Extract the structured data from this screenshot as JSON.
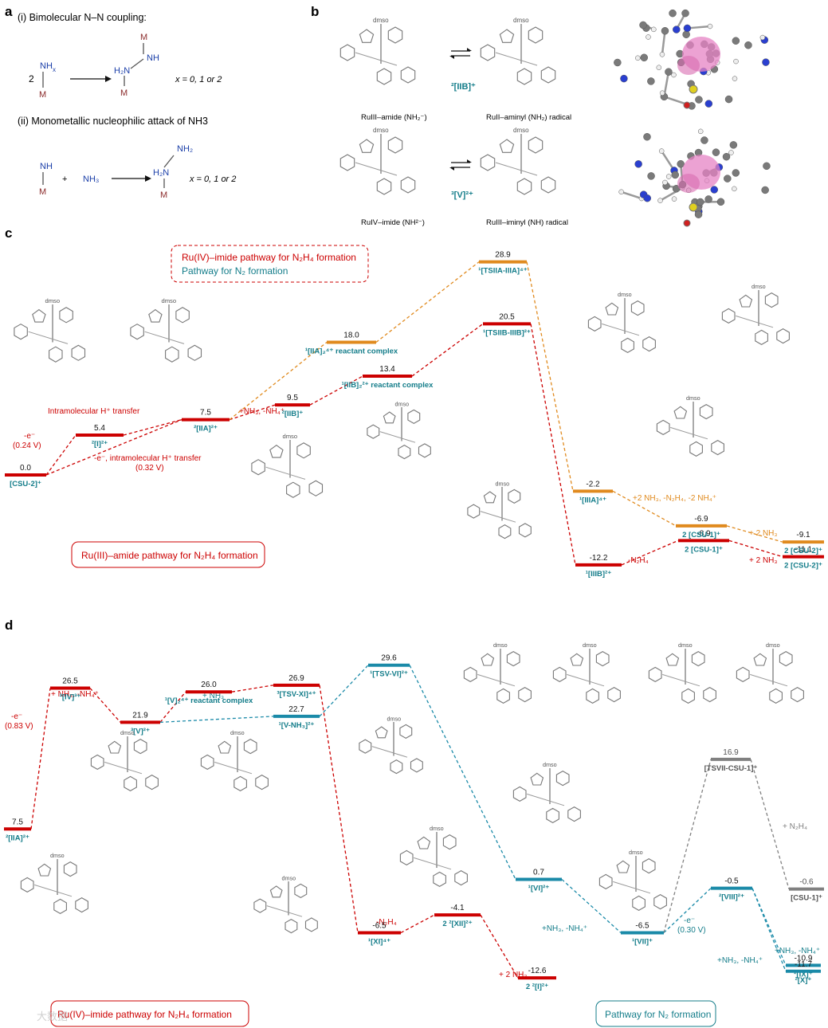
{
  "panels": {
    "a": {
      "letter": "a",
      "i_title": "(i) Bimolecular N–N coupling:",
      "i_coef": "2",
      "i_reactant_nh": "NH",
      "i_reactant_sub": "x",
      "i_M": "M",
      "i_prod_nh": "NH",
      "i_prod_h2n": "H₂N",
      "i_x": "x = 0, 1 or 2",
      "ii_title": "(ii) Monometallic nucleophilic attack of NH3",
      "ii_reactant_nh": "NH",
      "ii_plus": "+",
      "ii_nh3": "NH₃",
      "ii_prod_nh2": "NH₂",
      "ii_prod_hn": "H₂N",
      "ii_x": "x = 0, 1 or 2"
    },
    "b": {
      "letter": "b",
      "dmso": "dmso",
      "charge1": "]+",
      "charge2": "]2+",
      "label_IIB": "²[IIB]⁺",
      "label_V": "³[V]²⁺",
      "cap_amide": "RuIII–amide (NH₂⁻)",
      "cap_aminyl": "RuII–aminyl (NH₂) radical",
      "cap_imide": "RuIV–imide (NH²⁻)",
      "cap_iminyl": "RuIII–iminyl (NH) radical",
      "ru3": "RuIII",
      "ru2": "RuII",
      "ru4": "RuIV"
    },
    "c": {
      "letter": "c",
      "legend_red": "Ru(IV)–imide pathway for N₂H₄ formation",
      "legend_teal": "Pathway for N₂ formation",
      "legend_bottom": "Ru(III)–amide pathway for N₂H₄ formation",
      "e_ox": "-e⁻",
      "e_ox_v": "(0.24 V)",
      "e_ox2": "-e⁻, intramolecular H⁺ transfer",
      "e_ox2_v": "(0.32 V)",
      "intra": "Intramolecular H⁺ transfer",
      "nh3_step": "+NH₃, -NH₄⁺",
      "label_2IIA_top": "²[IIA]²⁺",
      "label_2IIB_top": "²[IIB]⁺",
      "rc_orange": "reactant complex",
      "rc_red": "reactant complex",
      "step_orange_right": "+2 NH₃, -N₂H₄, -2 NH₄⁺",
      "step_2nh3": "+ 2 NH₃",
      "step_n2h4": "-N₂H₄",
      "step_2nh3_red": "+ 2 NH₃"
    },
    "d": {
      "letter": "d",
      "e_ox": "-e⁻",
      "e_ox_v": "(0.83 V)",
      "nh3_step": "+ NH₃, -NH₄⁺",
      "nh3": "+ NH₃",
      "rc": "reactant complex",
      "n2h4": "-N₂H₄",
      "nh3_2": "+ 2 NH₃",
      "nh3_nh4": "+NH₃, -NH₄⁺",
      "e_ox2": "-e⁻",
      "e_ox2_v": "(0.30 V)",
      "nh3_nh4_b": "+NH₃, -NH₄⁺",
      "nh3_nh4_c": "+NH₃, -NH₄⁺",
      "plus_n2h4": "+ N₂H₄",
      "legend_red": "Ru(IV)–imide pathway for N₂H₄ formation",
      "legend_teal": "Pathway for N₂ formation",
      "watermark": "大数据"
    }
  },
  "chart_data": [
    {
      "type": "energy-diagram",
      "panel": "c",
      "levels": [
        {
          "label": "[CSU-2]⁺",
          "value": 0.0,
          "color": "#cc0000"
        },
        {
          "label": "²[I]²⁺",
          "value": 5.4,
          "color": "#cc0000"
        },
        {
          "label": "²[IIA]²⁺",
          "value": 7.5,
          "color": "#cc0000"
        },
        {
          "label": "²[IIB]⁺",
          "value": 9.5,
          "color": "#cc0000"
        },
        {
          "label": "¹[IIB]₂²⁺ reactant complex",
          "value": 13.4,
          "color": "#cc0000"
        },
        {
          "label": "¹[TSIIB-IIIB]²⁺",
          "value": 20.5,
          "color": "#cc0000"
        },
        {
          "label": "¹[IIIB]²⁺",
          "value": -12.2,
          "color": "#cc0000"
        },
        {
          "label": "2 [CSU-1]⁺",
          "value": -8.9,
          "color": "#cc0000"
        },
        {
          "label": "2 [CSU-2]⁺",
          "value": -11.1,
          "color": "#cc0000"
        },
        {
          "label": "¹[IIA]₂⁴⁺ reactant complex",
          "value": 18.0,
          "color": "#e08a1e"
        },
        {
          "label": "¹[TSIIA-IIIA]⁴⁺",
          "value": 28.9,
          "color": "#e08a1e"
        },
        {
          "label": "¹[IIIA]⁴⁺",
          "value": -2.2,
          "color": "#e08a1e"
        },
        {
          "label": "2 [CSU-1]⁺",
          "value": -6.9,
          "color": "#e08a1e"
        },
        {
          "label": "2 [CSU-2]⁺",
          "value": -9.1,
          "color": "#e08a1e"
        }
      ]
    },
    {
      "type": "energy-diagram",
      "panel": "d",
      "levels": [
        {
          "label": "²[IIA]²⁺",
          "value": 7.5,
          "color": "#cc0000"
        },
        {
          "label": "³[IV]³⁺",
          "value": 26.5,
          "color": "#cc0000"
        },
        {
          "label": "³[V]²⁺",
          "value": 21.9,
          "color": "#cc0000"
        },
        {
          "label": "¹[V]₂⁴⁺ reactant complex",
          "value": 26.0,
          "color": "#cc0000"
        },
        {
          "label": "³[TSV-XI]⁴⁺",
          "value": 26.9,
          "color": "#cc0000"
        },
        {
          "label": "¹[XI]⁴⁺",
          "value": -6.5,
          "color": "#cc0000"
        },
        {
          "label": "2 ²[XII]²⁺",
          "value": -4.1,
          "color": "#cc0000"
        },
        {
          "label": "2 ²[I]²⁺",
          "value": -12.6,
          "color": "#cc0000"
        },
        {
          "label": "¹[V-NH₃]²⁺",
          "value": 22.7,
          "color": "#1a8aa8"
        },
        {
          "label": "¹[TSV-VI]²⁺",
          "value": 29.6,
          "color": "#1a8aa8"
        },
        {
          "label": "¹[VI]²⁺",
          "value": 0.7,
          "color": "#1a8aa8"
        },
        {
          "label": "¹[VII]⁺",
          "value": -6.5,
          "color": "#1a8aa8"
        },
        {
          "label": "²[VIII]²⁺",
          "value": -0.5,
          "color": "#1a8aa8"
        },
        {
          "label": "²[IX]⁺",
          "value": -10.9,
          "color": "#1a8aa8"
        },
        {
          "label": "²[X]⁺",
          "value": -11.7,
          "color": "#1a8aa8"
        },
        {
          "label": "[TSVII-CSU-1]⁺",
          "value": 16.9,
          "color": "#808080"
        },
        {
          "label": "[CSU-1]⁺",
          "value": -0.6,
          "color": "#808080"
        }
      ]
    }
  ]
}
